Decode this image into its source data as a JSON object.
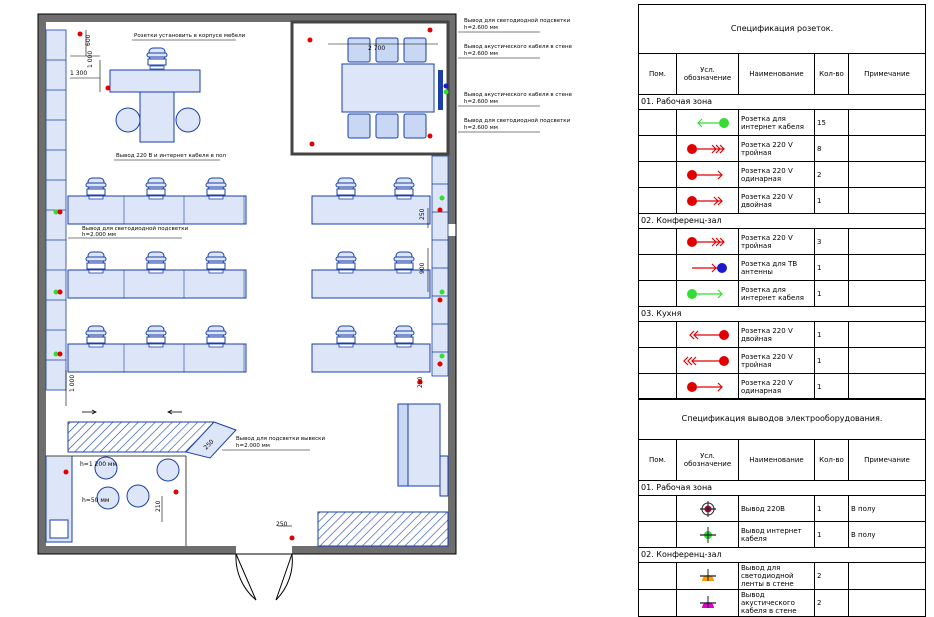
{
  "plan": {
    "labels": {
      "furniture_note": "Розетки установить в корпусе мебели",
      "floor_note": "Вывод 220 В и интернет кабеля в пол",
      "strip_left": "Вывод для светодиодной подсветки",
      "strip_left_h": "h=2.000 мм",
      "strip_bottom": "Вывод для подсветки вывески",
      "strip_bottom_h": "h=2.000 мм",
      "conf_strip_top": "Вывод для светодиодной подсветки",
      "conf_strip_top_h": "h=2.600 мм",
      "conf_acoustic": "Вывод акустического кабеля в стене",
      "conf_acoustic_h": "h=2.600 мм",
      "conf_acoustic2": "Вывод акустического кабеля в стене",
      "conf_acoustic2_h": "h=2.600 мм",
      "conf_strip2": "Вывод для светодиодной подсветки",
      "conf_strip2_h": "h=2.600 мм"
    },
    "dims": {
      "d1300": "1 300",
      "d1000": "1 000",
      "d600": "600",
      "d2700": "2 700",
      "d250a": "250",
      "d250b": "250",
      "d250c": "250",
      "d900": "900",
      "d1000b": "1 000",
      "d1200": "h=1 200 мм",
      "d50": "h=50 мм",
      "d250d": "250",
      "d210": "210"
    }
  },
  "spec1": {
    "title": "Спецификация розеток.",
    "headers": [
      "Пом.",
      "Усл. обозначение",
      "Наименование",
      "Кол-во",
      "Примечание"
    ],
    "sections": [
      {
        "name": "01. Рабочая зона",
        "rows": [
          {
            "symbol": "green-left-arrow-icon",
            "name": "Розетка для интернет кабеля",
            "qty": "15",
            "note": ""
          },
          {
            "symbol": "red-triple-arrow-icon",
            "name": "Розетка 220 V тройная",
            "qty": "8",
            "note": ""
          },
          {
            "symbol": "red-single-arrow-icon",
            "name": "Розетка 220 V одинарная",
            "qty": "2",
            "note": ""
          },
          {
            "symbol": "red-double-arrow-icon",
            "name": "Розетка 220 V двойная",
            "qty": "1",
            "note": ""
          }
        ]
      },
      {
        "name": "02. Конференц-зал",
        "rows": [
          {
            "symbol": "red-triple-arrow-icon",
            "name": "Розетка 220 V тройная",
            "qty": "3",
            "note": ""
          },
          {
            "symbol": "blue-tv-arrow-icon",
            "name": "Розетка для ТВ антенны",
            "qty": "1",
            "note": ""
          },
          {
            "symbol": "green-right-arrow-icon",
            "name": "Розетка для интернет кабеля",
            "qty": "1",
            "note": ""
          }
        ]
      },
      {
        "name": "03. Кухня",
        "rows": [
          {
            "symbol": "red-double-left-arrow-icon",
            "name": "Розетка 220 V двойная",
            "qty": "1",
            "note": ""
          },
          {
            "symbol": "red-triple-left-arrow-icon",
            "name": "Розетка 220 V тройная",
            "qty": "1",
            "note": ""
          },
          {
            "symbol": "red-single-arrow-icon",
            "name": "Розетка 220 V одинарная",
            "qty": "1",
            "note": ""
          }
        ]
      }
    ]
  },
  "spec2": {
    "title": "Спецификация выводов электрооборудования.",
    "headers": [
      "Пом.",
      "Усл. обозначение",
      "Наименование",
      "Кол-во",
      "Примечание"
    ],
    "sections": [
      {
        "name": "01. Рабочая зона",
        "rows": [
          {
            "symbol": "red-outlet-circle-icon",
            "name": "Вывод 220В",
            "qty": "1",
            "note": "В полу"
          },
          {
            "symbol": "green-outlet-circle-icon",
            "name": "Вывод интернет кабеля",
            "qty": "1",
            "note": "В полу"
          }
        ]
      },
      {
        "name": "02. Конференц-зал",
        "rows": [
          {
            "symbol": "orange-led-outlet-icon",
            "name": "Вывод для светодиодной ленты в стене",
            "qty": "2",
            "note": ""
          },
          {
            "symbol": "magenta-acoustic-outlet-icon",
            "name": "Вывод акустического кабеля в стене",
            "qty": "2",
            "note": ""
          }
        ]
      }
    ]
  }
}
